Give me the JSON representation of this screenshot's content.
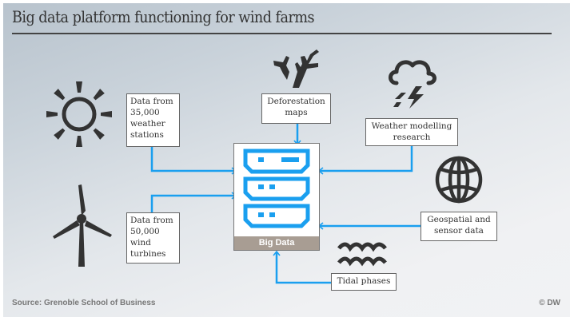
{
  "title": "Big data platform functioning for wind farms",
  "center": {
    "label": "Big Data",
    "icon": "server-stack-icon"
  },
  "sources": [
    {
      "id": "weather-stations",
      "label": "Data from 35,000 weather stations",
      "lines": [
        "Data from",
        "35,000",
        "weather",
        "stations"
      ],
      "icon": "sun-icon"
    },
    {
      "id": "wind-turbines",
      "label": "Data from 50,000 wind turbines",
      "lines": [
        "Data from",
        "50,000",
        "wind",
        "turbines"
      ],
      "icon": "wind-turbine-icon"
    },
    {
      "id": "deforestation",
      "label": "Deforestation maps",
      "lines": [
        "Deforestation",
        "maps"
      ],
      "icon": "dead-tree-icon"
    },
    {
      "id": "weather-modelling",
      "label": "Weather modelling research",
      "lines": [
        "Weather modelling",
        "research"
      ],
      "icon": "storm-cloud-icon"
    },
    {
      "id": "geospatial",
      "label": "Geospatial and sensor data",
      "lines": [
        "Geospatial and",
        "sensor data"
      ],
      "icon": "globe-icon"
    },
    {
      "id": "tidal",
      "label": "Tidal phases",
      "lines": [
        "Tidal phases"
      ],
      "icon": "waves-icon"
    }
  ],
  "colors": {
    "connector": "#1a9fef",
    "icon": "#333333",
    "bigdata_bar": "#a89d93"
  },
  "footer": {
    "source": "Source: Grenoble School of Business",
    "copyright": "© DW"
  }
}
